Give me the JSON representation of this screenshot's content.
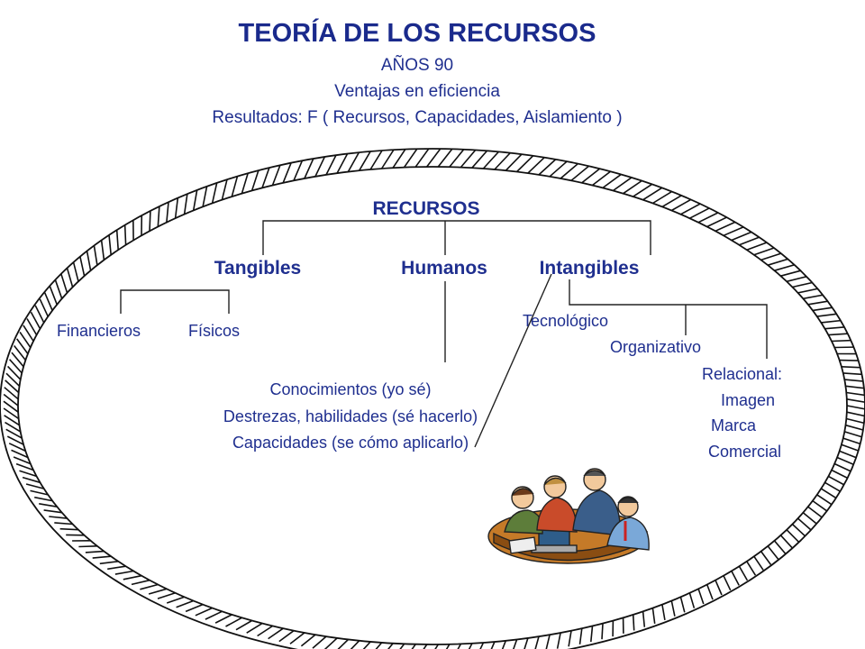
{
  "title": "TEORÍA DE LOS RECURSOS",
  "subtitle_lines": [
    "AÑOS 90",
    "Ventajas en eficiencia",
    "Resultados: F ( Recursos, Capacidades, Aislamiento )"
  ],
  "root": "RECURSOS",
  "categories": {
    "tangibles": "Tangibles",
    "humanos": "Humanos",
    "intangibles": "Intangibles"
  },
  "tangibles_children": [
    "Financieros",
    "Físicos"
  ],
  "humanos_children": [
    "Conocimientos (yo sé)",
    "Destrezas,  habilidades (sé hacerlo)",
    "Capacidades (se cómo aplicarlo)"
  ],
  "intangibles_children": {
    "tecnologico": "Tecnológico",
    "organizativo": "Organizativo",
    "relacional": "Relacional:",
    "relacional_items": [
      "Imagen",
      "Marca",
      "Comercial"
    ]
  },
  "illustration": "people-at-laptop-clipart",
  "colors": {
    "text": "#1f2f8f",
    "lines": "#222222"
  }
}
